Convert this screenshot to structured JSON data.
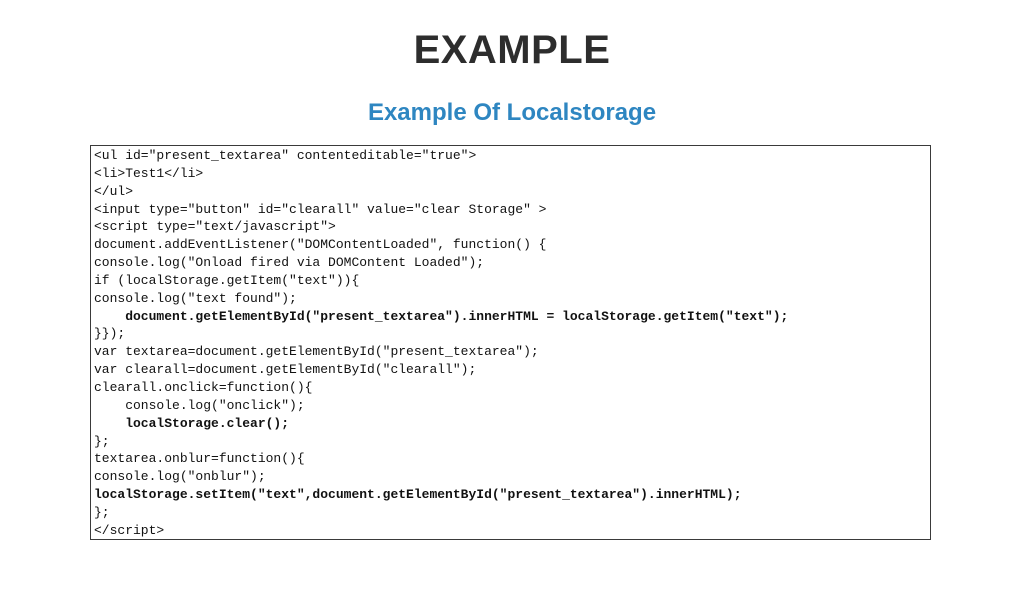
{
  "slide": {
    "title": "EXAMPLE",
    "subtitle": "Example Of Localstorage",
    "subtitle_color": "#2e86c1",
    "title_color": "#2d2d2d",
    "code_border_color": "#3a3a3a"
  },
  "code": {
    "lines": [
      {
        "text": "<ul id=\"present_textarea\" contenteditable=\"true\">",
        "bold": false
      },
      {
        "text": "<li>Test1</li>",
        "bold": false
      },
      {
        "text": "</ul>",
        "bold": false
      },
      {
        "text": "<input type=\"button\" id=\"clearall\" value=\"clear Storage\" >",
        "bold": false
      },
      {
        "text": "<script type=\"text/javascript\">",
        "bold": false
      },
      {
        "text": "document.addEventListener(\"DOMContentLoaded\", function() {",
        "bold": false
      },
      {
        "text": "console.log(\"Onload fired via DOMContent Loaded\");",
        "bold": false
      },
      {
        "text": "if (localStorage.getItem(\"text\")){",
        "bold": false
      },
      {
        "text": "console.log(\"text found\");",
        "bold": false
      },
      {
        "text": "    document.getElementById(\"present_textarea\").innerHTML = localStorage.getItem(\"text\");",
        "bold": true
      },
      {
        "text": "}});",
        "bold": false
      },
      {
        "text": "var textarea=document.getElementById(\"present_textarea\");",
        "bold": false
      },
      {
        "text": "var clearall=document.getElementById(\"clearall\");",
        "bold": false
      },
      {
        "text": "clearall.onclick=function(){",
        "bold": false
      },
      {
        "text": "    console.log(\"onclick\");",
        "bold": false
      },
      {
        "text": "    localStorage.clear();",
        "bold": true
      },
      {
        "text": "};",
        "bold": false
      },
      {
        "text": "textarea.onblur=function(){",
        "bold": false
      },
      {
        "text": "console.log(\"onblur\");",
        "bold": false
      },
      {
        "text": "localStorage.setItem(\"text\",document.getElementById(\"present_textarea\").innerHTML);",
        "bold": true
      },
      {
        "text": "};",
        "bold": false
      },
      {
        "text": "</script>",
        "bold": false
      }
    ]
  }
}
